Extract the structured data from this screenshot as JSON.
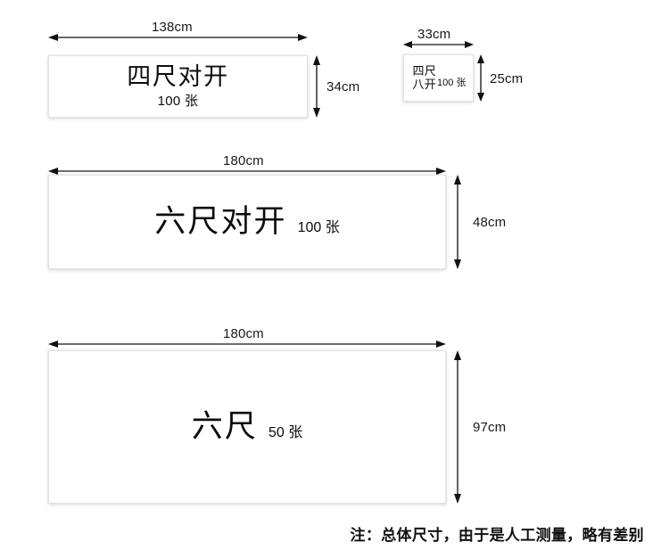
{
  "page": {
    "background_color": "#ffffff",
    "text_color": "#111111",
    "line_color": "#3a3a3a"
  },
  "sheets": [
    {
      "id": "sizhi-duikai",
      "name": "四尺对开",
      "count": "100 张",
      "width_label": "138cm",
      "height_label": "34cm"
    },
    {
      "id": "sizhi-bakai",
      "name": "四尺\n八开",
      "count": "100 张",
      "width_label": "33cm",
      "height_label": "25cm"
    },
    {
      "id": "liuchi-duikai",
      "name": "六尺对开",
      "count": "100 张",
      "width_label": "180cm",
      "height_label": "48cm"
    },
    {
      "id": "liuchi",
      "name": "六尺",
      "count": "50 张",
      "width_label": "180cm",
      "height_label": "97cm"
    }
  ],
  "footer": {
    "note": "注：总体尺寸，由于是人工测量，略有差别"
  }
}
